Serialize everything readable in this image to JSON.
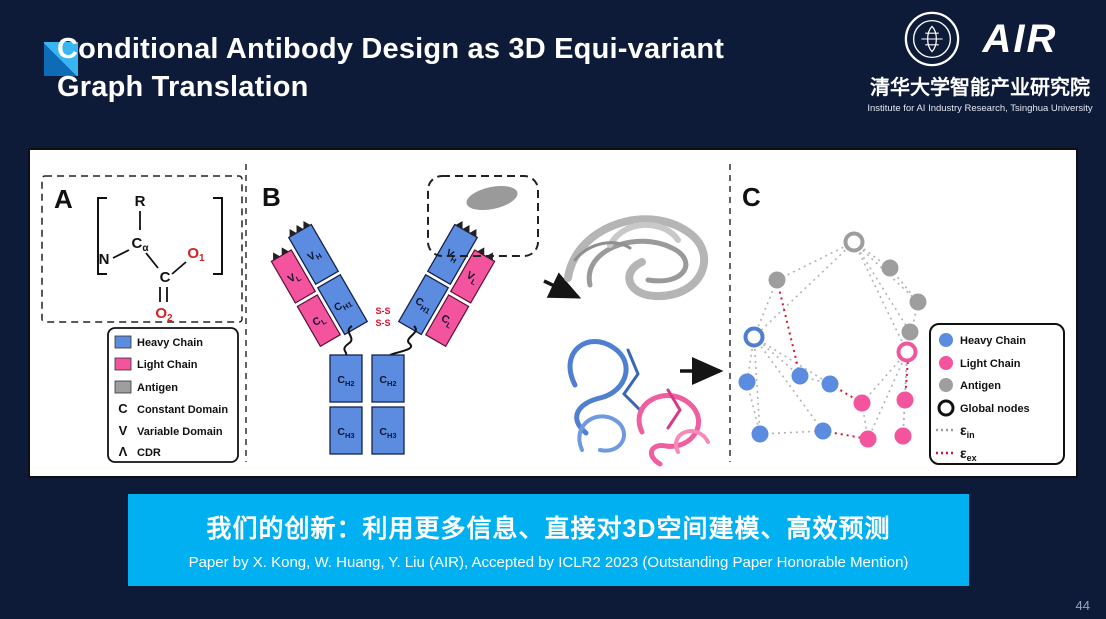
{
  "header": {
    "title_line1": "Conditional Antibody Design as 3D Equi-variant",
    "title_line2": "Graph Translation"
  },
  "logo": {
    "air": "AIR",
    "org_cn": "清华大学智能产业研究院",
    "org_en": "Institute for AI Industry Research, Tsinghua University"
  },
  "figure": {
    "panel_a": {
      "label": "A",
      "chem": {
        "r": "R",
        "n": "N",
        "c_alpha_main": "C",
        "c_alpha_sub": "α",
        "c": "C",
        "o1_main": "O",
        "o1_sub": "1",
        "o2_main": "O",
        "o2_sub": "2"
      },
      "legend": {
        "heavy": "Heavy Chain",
        "light": "Light Chain",
        "antigen": "Antigen",
        "c_sym": "C",
        "c_label": "Constant Domain",
        "v_sym": "V",
        "v_label": "Variable Domain",
        "cdr_sym": "Λ",
        "cdr_label": "CDR"
      }
    },
    "panel_b": {
      "label": "B",
      "domains": {
        "vh_main": "V",
        "vh_sub": "H",
        "vl_main": "V",
        "vl_sub": "L",
        "ch1_main": "C",
        "ch1_sub": "H1",
        "cl_main": "C",
        "cl_sub": "L",
        "ch2_main": "C",
        "ch2_sub": "H2",
        "ch3_main": "C",
        "ch3_sub": "H3"
      },
      "ss_bond": "S-S"
    },
    "panel_c": {
      "label": "C",
      "legend": {
        "heavy": "Heavy Chain",
        "light": "Light Chain",
        "antigen": "Antigen",
        "global": "Global nodes",
        "e_in_main": "ε",
        "e_in_sub": "in",
        "e_ex_main": "ε",
        "e_ex_sub": "ex"
      }
    }
  },
  "banner": {
    "innovation": "我们的创新：利用更多信息、直接对3D空间建模、高效预测",
    "citation": "Paper by X. Kong, W. Huang, Y. Liu (AIR), Accepted by ICLR2 2023 (Outstanding Paper Honorable Mention)"
  },
  "footer": {
    "page_number": "44"
  },
  "colors": {
    "background_navy": "#0d1a38",
    "banner_cyan": "#00b0f0",
    "accent_blue": "#37b6ef",
    "heavy_chain_blue": "#5c8ce0",
    "light_chain_pink": "#f4549e",
    "antigen_gray": "#9e9e9e",
    "external_edge_red": "#d01535"
  }
}
